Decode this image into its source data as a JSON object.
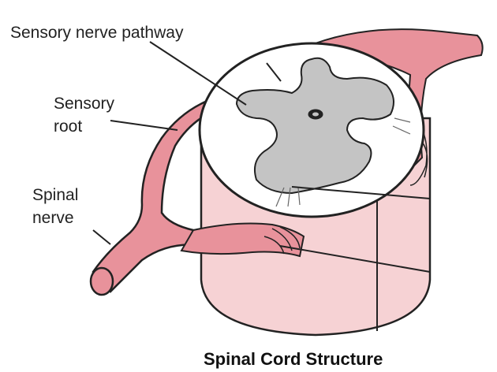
{
  "labels": {
    "sensory_nerve_pathway": "Sensory nerve pathway",
    "sensory_root_line1": "Sensory",
    "sensory_root_line2": "root",
    "spinal_nerve_line1": "Spinal",
    "spinal_nerve_line2": "nerve"
  },
  "caption": "Spinal Cord Structure",
  "colors": {
    "nerve": "#e8929b",
    "cord_side": "#f6d2d4",
    "white_matter": "#ffffff",
    "gray_matter": "#c4c4c4",
    "outline": "#222222"
  }
}
